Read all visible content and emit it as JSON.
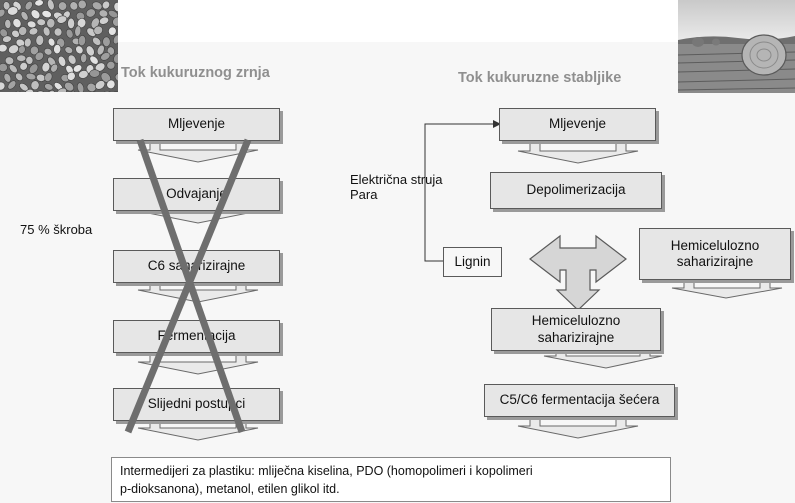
{
  "left_flow": {
    "title": "Tok kukuruznog zrnja",
    "steps": [
      "Mljevenje",
      "Odvajanje",
      "C6 saharizirajne",
      "Fermentacija",
      "Slijedni postupci"
    ],
    "side_note": "75 % škroba"
  },
  "right_flow": {
    "title": "Tok kukuruzne stabljike",
    "steps": [
      "Mljevenje",
      "Depolimerizacija",
      "Hemicelulozno saharizirajne",
      "C5/C6 fermentacija šećera"
    ],
    "energy_label_1": "Električna struja",
    "energy_label_2": "Para",
    "lignin_label": "Lignin",
    "side_box": "Hemicelulozno saharizirajne"
  },
  "bottom_note": {
    "text_strong": "Intermedijeri za plastiku: mliječna kiselina, PDO (homopolimeri i kopolimeri",
    "text_rest": "p-dioksanona), metanol, etilen glikol itd."
  },
  "colors": {
    "box_fill": "#e6e6e6",
    "cross": "#6e6e6e",
    "title_gray": "#8f8f8f"
  }
}
